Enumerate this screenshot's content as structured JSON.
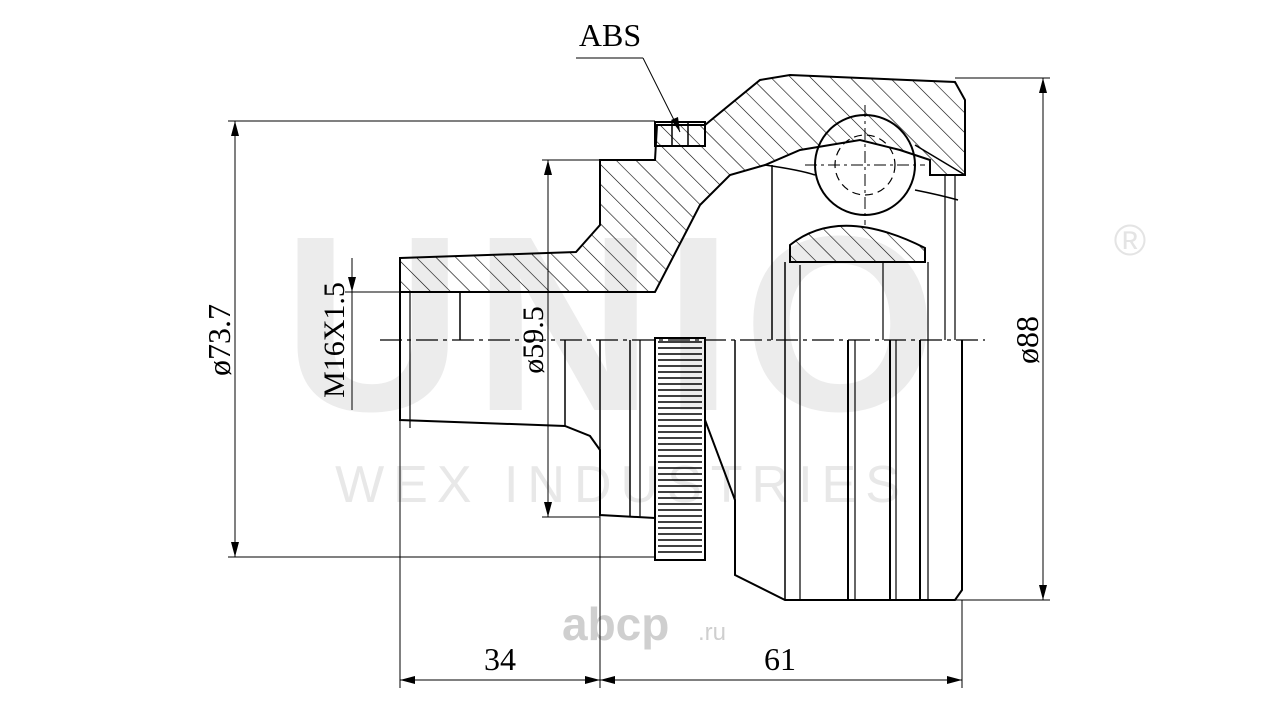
{
  "watermark": {
    "brand": "UNIO",
    "registered": "®",
    "subtitle": "WEX INDUSTRIES",
    "site_name": "abcp",
    "site_tld": ".ru"
  },
  "labels": {
    "abs": "ABS",
    "thread": "M16X1.5",
    "dia_left": "ø73.7",
    "dia_mid": "ø59.5",
    "dia_right": "ø88",
    "len_left": "34",
    "len_right": "61"
  },
  "colors": {
    "line": "#000000",
    "watermark": "#e6e6e6"
  }
}
